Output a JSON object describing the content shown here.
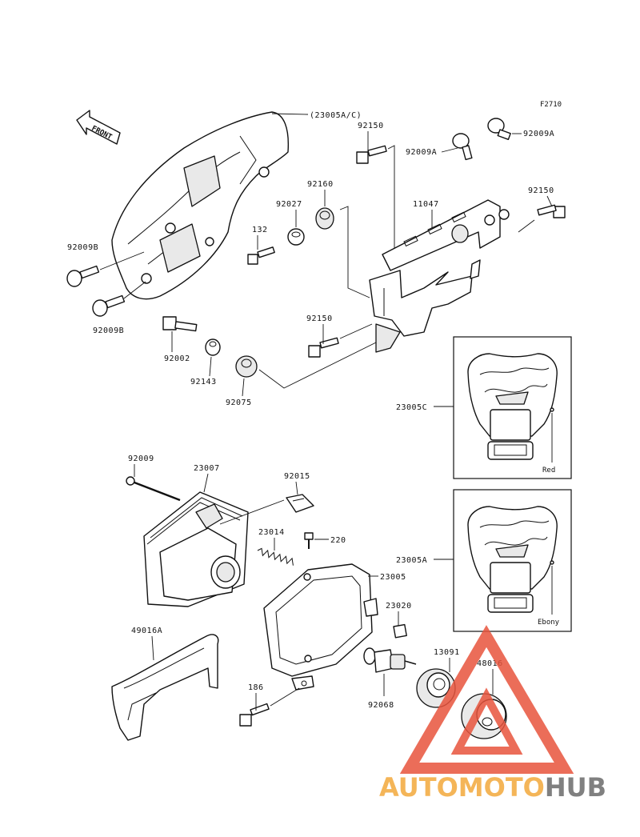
{
  "figure_code": "F2710",
  "front_label": "FRONT",
  "callouts": {
    "c23005ac": "(23005A/C)",
    "c92150_top": "92150",
    "c92009a_1": "92009A",
    "c92009a_2": "92009A",
    "c92160": "92160",
    "c92027": "92027",
    "c11047": "11047",
    "c92150_right": "92150",
    "c132": "132",
    "c92009b_1": "92009B",
    "c92009b_2": "92009B",
    "c92150_mid": "92150",
    "c92002": "92002",
    "c92143": "92143",
    "c92075": "92075",
    "c23005c": "23005C",
    "c92009": "92009",
    "c23007": "23007",
    "c92015": "92015",
    "c23014": "23014",
    "c220": "220",
    "c23005": "23005",
    "c23020": "23020",
    "c23005a": "23005A",
    "c49016a": "49016A",
    "c13091": "13091",
    "c48016": "48016",
    "c186": "186",
    "c92068": "92068"
  },
  "variants": {
    "red": "Red",
    "ebony": "Ebony"
  },
  "watermark": {
    "part1": "AUTOMOTO",
    "part2": "HUB",
    "color1": "#f3a93c",
    "color2": "#6b6b6b",
    "triangle_color": "#e8543d"
  }
}
